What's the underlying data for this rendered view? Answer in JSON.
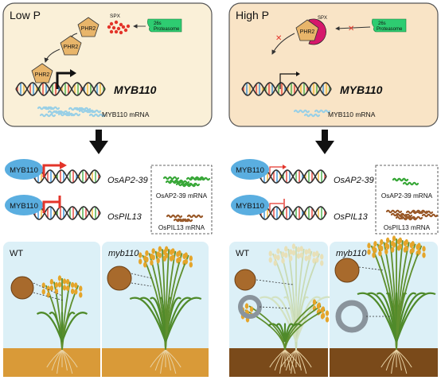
{
  "panels": {
    "low_p": {
      "title": "Low P",
      "phr2": "PHR2",
      "spx": "SPX",
      "proteasome": "26s Proteasome",
      "gene": "MYB110",
      "mrna": "MYB110 mRNA"
    },
    "high_p": {
      "title": "High P",
      "phr2": "PHR2",
      "spx": "SPX",
      "proteasome": "26s Proteasome",
      "gene": "MYB110",
      "mrna": "MYB110 mRNA"
    }
  },
  "regulation": {
    "left": {
      "myb": "MYB110",
      "gene1": "OsAP2-39",
      "gene2": "OsPIL13",
      "mrna1": "OsAP2-39 mRNA",
      "mrna2": "OsPIL13 mRNA"
    },
    "right": {
      "myb": "MYB110",
      "gene1": "OsAP2-39",
      "gene2": "OsPIL13",
      "mrna1": "OsAP2-39 mRNA",
      "mrna2": "OsPIL13 mRNA"
    }
  },
  "plants": {
    "left": {
      "wt": "WT",
      "mutant": "myb110"
    },
    "right": {
      "wt": "WT",
      "mutant": "myb110"
    }
  },
  "colors": {
    "low_panel_bg": "#faf0d8",
    "high_panel_bg": "#f9e4c6",
    "myb_blue": "#5aaee0",
    "activation_red": "#e3342a",
    "proteasome_green": "#2ecc71",
    "spx_magenta": "#d6186b",
    "phr2_tan": "#e8b56a",
    "sky": "#dcf0f7",
    "soil_light": "#d99a38",
    "soil_dark": "#7a4a1a",
    "mrna_blue": "#9ad0e6",
    "mrna_green": "#3aa83a",
    "mrna_brown": "#9a5a2a"
  }
}
